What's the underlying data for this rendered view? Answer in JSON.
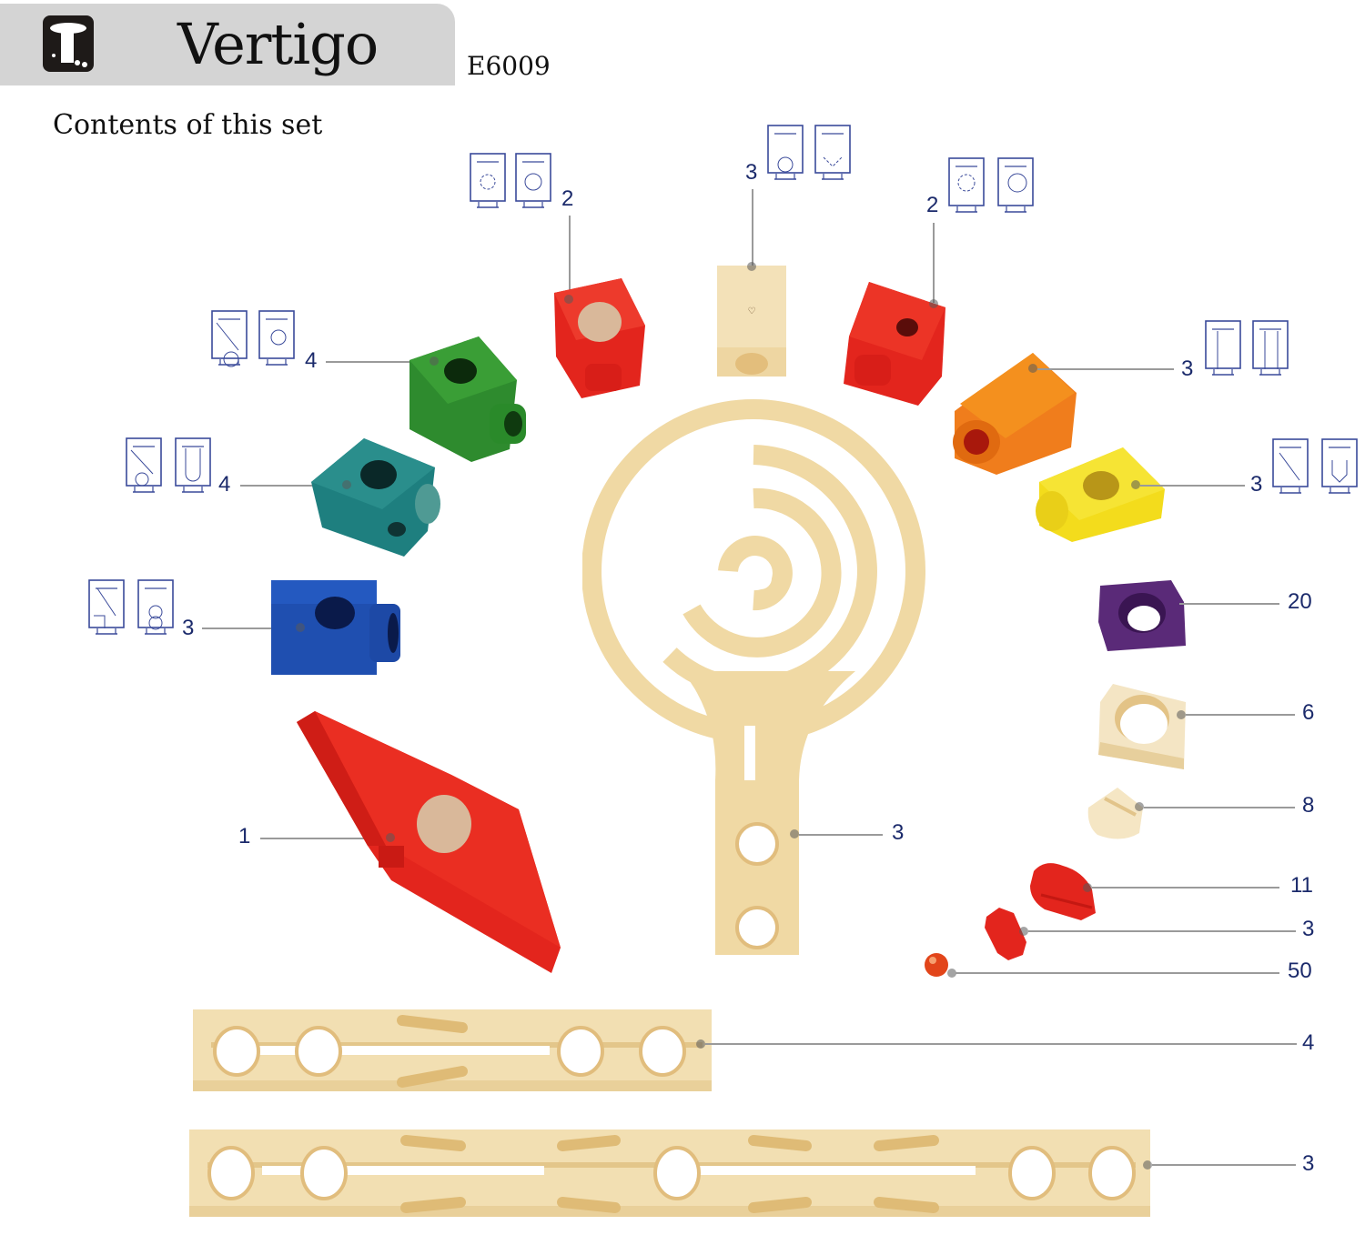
{
  "header": {
    "title": "Vertigo",
    "product_code": "E6009",
    "subtitle": "Contents of this set",
    "logo_icon": "marble-tower-icon"
  },
  "colors": {
    "header_bg": "#d4d4d4",
    "quantity_text": "#1b2a6b",
    "diagram_line": "#3a4a9a",
    "leader_line": "#9a9a9a",
    "red": "#e3251d",
    "green": "#2e8b2e",
    "teal": "#1e7f7f",
    "blue": "#1f4fb0",
    "orange": "#f07d1c",
    "yellow": "#f3dc1c",
    "purple": "#5a2a78",
    "wood": "#f2dcaa"
  },
  "pieces": [
    {
      "id": "red-block-disc",
      "color": "red",
      "quantity": "2"
    },
    {
      "id": "wood-block-logo",
      "color": "wood",
      "quantity": "3"
    },
    {
      "id": "red-block-hole",
      "color": "red",
      "quantity": "2"
    },
    {
      "id": "green-block",
      "color": "green",
      "quantity": "4"
    },
    {
      "id": "orange-block",
      "color": "orange",
      "quantity": "3"
    },
    {
      "id": "teal-block",
      "color": "teal",
      "quantity": "4"
    },
    {
      "id": "yellow-block",
      "color": "yellow",
      "quantity": "3"
    },
    {
      "id": "blue-block",
      "color": "blue",
      "quantity": "3"
    },
    {
      "id": "purple-square-ring",
      "color": "purple",
      "quantity": "20"
    },
    {
      "id": "wood-square-ring",
      "color": "wood",
      "quantity": "6"
    },
    {
      "id": "wood-half-disc",
      "color": "wood",
      "quantity": "8"
    },
    {
      "id": "red-stopper",
      "color": "red",
      "quantity": "11"
    },
    {
      "id": "red-small-stopper",
      "color": "red",
      "quantity": "3"
    },
    {
      "id": "marble",
      "color": "red",
      "quantity": "50"
    },
    {
      "id": "red-rocker",
      "color": "red",
      "quantity": "1"
    },
    {
      "id": "spiral-track",
      "color": "wood",
      "quantity": "3"
    },
    {
      "id": "short-rail",
      "color": "wood",
      "quantity": "4"
    },
    {
      "id": "long-rail",
      "color": "wood",
      "quantity": "3"
    }
  ]
}
